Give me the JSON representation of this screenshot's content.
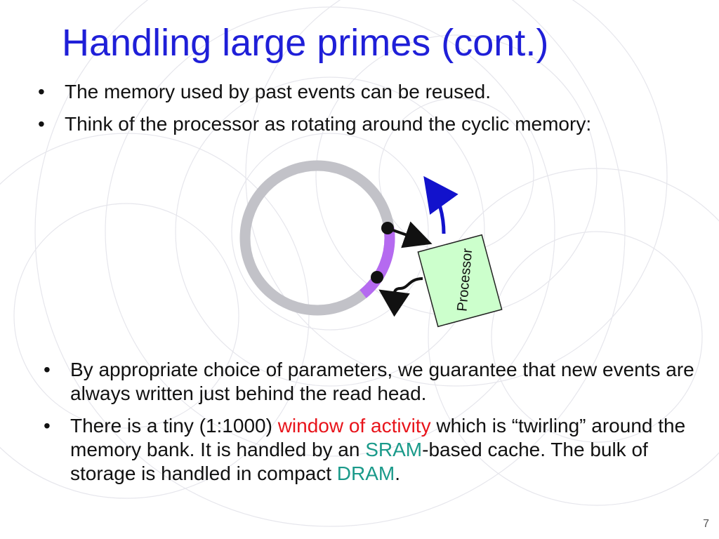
{
  "slide": {
    "title": "Handling large primes (cont.)",
    "top_bullets": [
      "The memory used by past events can be reused.",
      "Think of the processor as rotating around the cyclic memory:"
    ],
    "bottom_bullets": [
      {
        "text": "By appropriate choice of parameters, we guarantee that new events are always written just behind the read head."
      },
      {
        "part1": "There is a tiny (1:1000) ",
        "highlight_window": "window of activity",
        "part2": " which is “twirling” around the memory bank. It is handled by an ",
        "highlight_sram": "SRAM",
        "part3": "-based cache. The bulk of storage is handled in compact ",
        "highlight_dram": "DRAM",
        "part4": "."
      }
    ],
    "bullet_char": "•",
    "page_number": "7"
  },
  "diagram": {
    "processor_label": "Processor",
    "ring_color": "#c2c2c8",
    "window_color": "#b56af0",
    "processor_fill": "#ccffcc",
    "arrow_color": "#1212cc"
  },
  "colors": {
    "title": "#1f1fd8",
    "highlight_red": "#e8141b",
    "highlight_teal": "#1a9a8a"
  }
}
